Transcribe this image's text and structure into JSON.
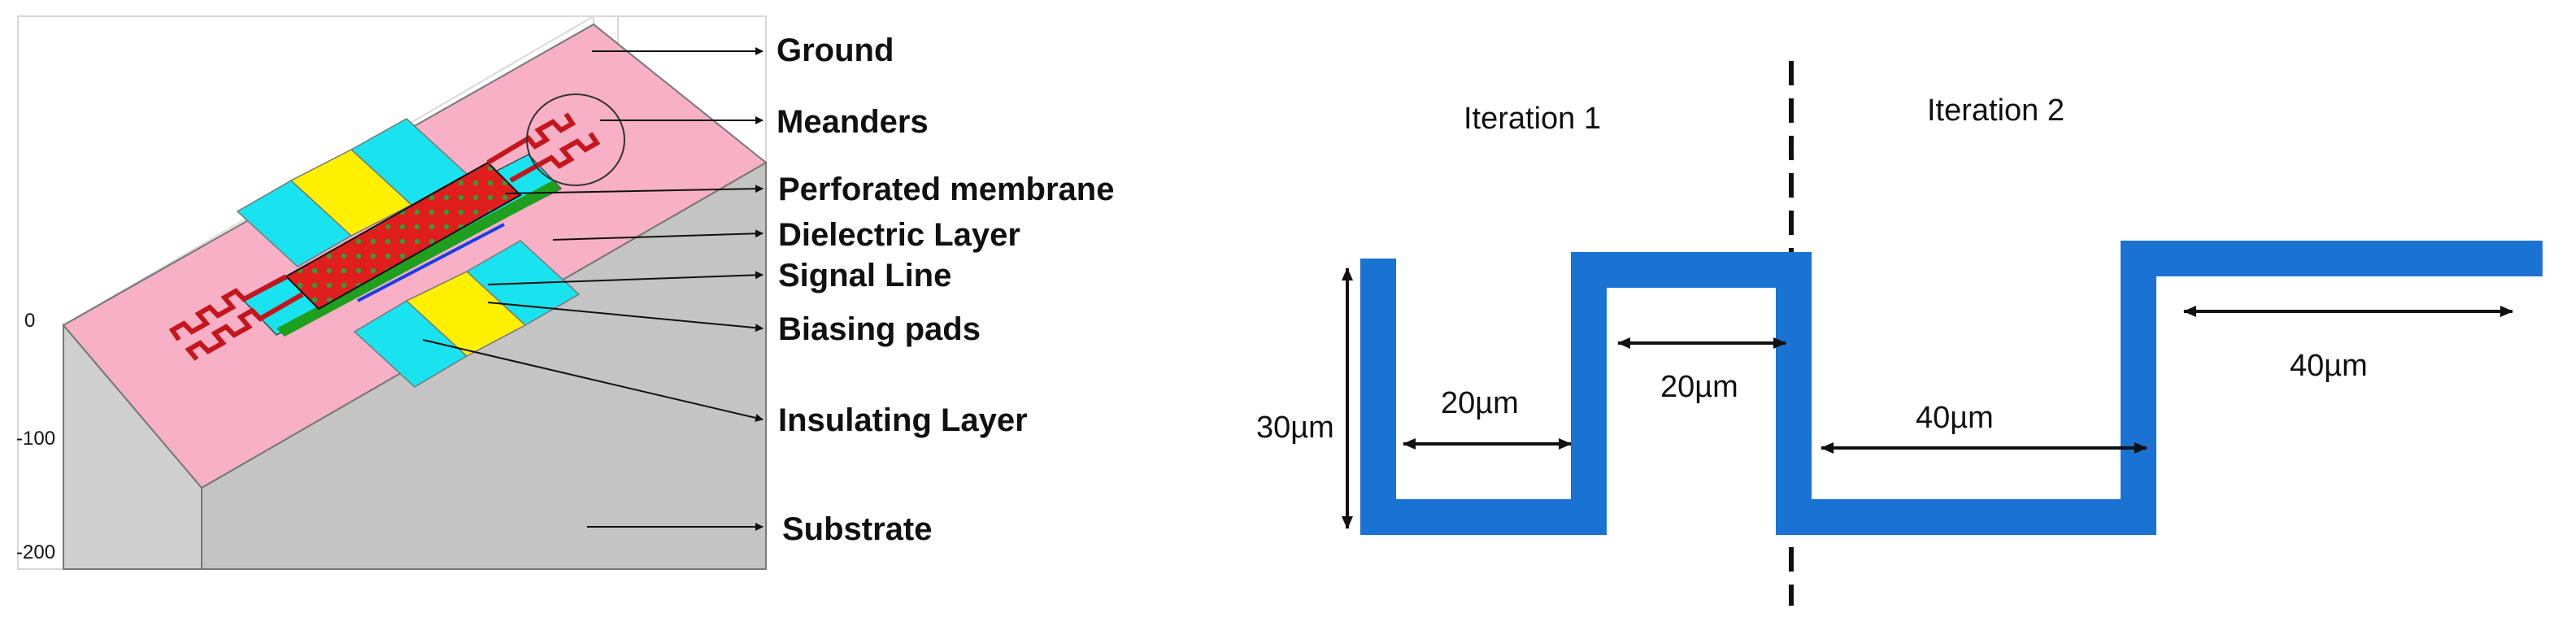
{
  "left_diagram": {
    "labels": [
      "Ground",
      "Meanders",
      "Perforated membrane",
      "Dielectric Layer",
      "Signal Line",
      "Biasing pads",
      "Insulating Layer",
      "Substrate"
    ],
    "axis_ticks": [
      "0",
      "-100",
      "-200"
    ]
  },
  "right_diagram": {
    "iteration_1": "Iteration 1",
    "iteration_2": "Iteration 2",
    "dimensions": {
      "height": "30µm",
      "gap_1": "20µm",
      "top_1": "20µm",
      "gap_2": "40µm",
      "top_2": "40µm"
    }
  },
  "colors": {
    "ground": "#f7b0c6",
    "substrate": "#c4c4c4",
    "cyan_pad": "#18e3ee",
    "yellow_pad": "#fff000",
    "membrane": "#e11e1e",
    "meander": "#c4161c",
    "dielectric": "#1ea01e",
    "signal": "#1a3ee6",
    "meander_2d": "#1a72d2"
  }
}
